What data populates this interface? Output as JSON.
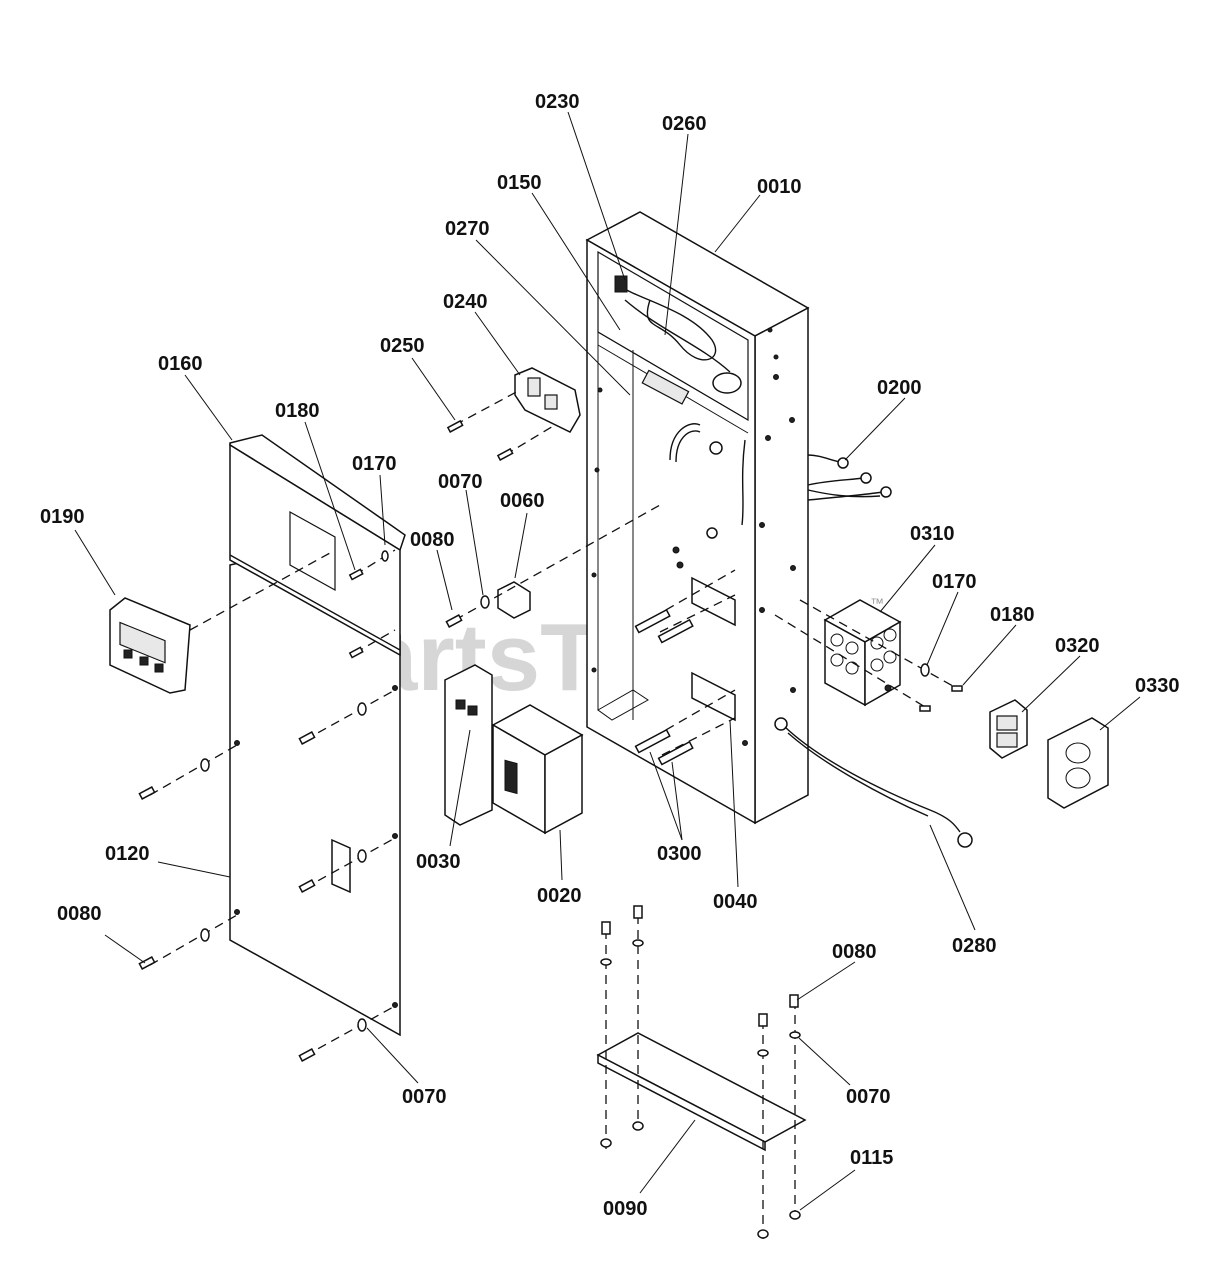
{
  "diagram": {
    "watermark": "PartsTree",
    "trademark": "™",
    "callouts": [
      {
        "id": "c0010",
        "text": "0010"
      },
      {
        "id": "c0020",
        "text": "0020"
      },
      {
        "id": "c0030",
        "text": "0030"
      },
      {
        "id": "c0040",
        "text": "0040"
      },
      {
        "id": "c0060",
        "text": "0060"
      },
      {
        "id": "c0070a",
        "text": "0070"
      },
      {
        "id": "c0070b",
        "text": "0070"
      },
      {
        "id": "c0070c",
        "text": "0070"
      },
      {
        "id": "c0080a",
        "text": "0080"
      },
      {
        "id": "c0080b",
        "text": "0080"
      },
      {
        "id": "c0080c",
        "text": "0080"
      },
      {
        "id": "c0090",
        "text": "0090"
      },
      {
        "id": "c0115",
        "text": "0115"
      },
      {
        "id": "c0120",
        "text": "0120"
      },
      {
        "id": "c0150",
        "text": "0150"
      },
      {
        "id": "c0160",
        "text": "0160"
      },
      {
        "id": "c0170a",
        "text": "0170"
      },
      {
        "id": "c0170b",
        "text": "0170"
      },
      {
        "id": "c0180a",
        "text": "0180"
      },
      {
        "id": "c0180b",
        "text": "0180"
      },
      {
        "id": "c0190",
        "text": "0190"
      },
      {
        "id": "c0200",
        "text": "0200"
      },
      {
        "id": "c0230",
        "text": "0230"
      },
      {
        "id": "c0240",
        "text": "0240"
      },
      {
        "id": "c0250",
        "text": "0250"
      },
      {
        "id": "c0260",
        "text": "0260"
      },
      {
        "id": "c0270",
        "text": "0270"
      },
      {
        "id": "c0280",
        "text": "0280"
      },
      {
        "id": "c0300",
        "text": "0300"
      },
      {
        "id": "c0310",
        "text": "0310"
      },
      {
        "id": "c0320",
        "text": "0320"
      },
      {
        "id": "c0330",
        "text": "0330"
      }
    ]
  }
}
